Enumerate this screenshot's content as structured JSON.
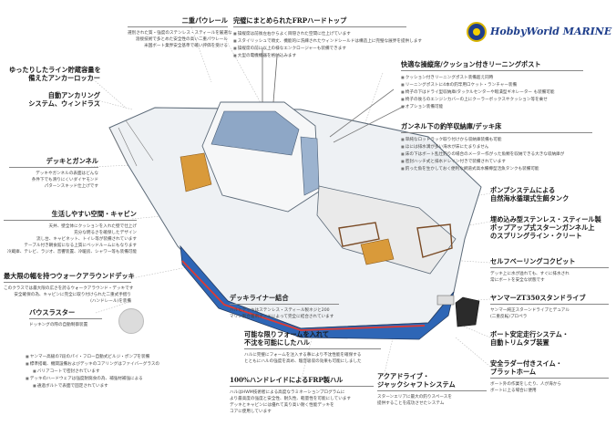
{
  "brand": {
    "name": "HobbyWorld MARINE"
  },
  "annotations": {
    "double_rail": {
      "title": "二重パウレール",
      "desc": [
        "選別された質・強度のステンレス・スティールを厳選な",
        "溶接技術で多とめた安全性の高い二重パウレール",
        "米国ボート業界安全基準で確い評価を受ける"
      ]
    },
    "hardtop": {
      "title": "完璧にまとめられたFRPハードトップ",
      "items": [
        "操縦席は前後左右からよく目隠された空間に仕上げています",
        "スタイリッシュで頑丈、機能的に洗練されたウィンドシールドは構造上に完璧な展界を提供します",
        "操縦席の前に以上の様なエンクロージャーも装備できます",
        "大型の電機機器を格納込みます"
      ]
    },
    "anchor_locker": {
      "title1": "ゆったりしたライン貯蔵容量を",
      "title2": "備えたアンカーロッカー"
    },
    "anchoring": {
      "title1": "自動アンカリング",
      "title2": "システム、ウィンドラス"
    },
    "fishing_rod": {
      "title": "快適な操縦席/クッション付きリーニングポスト",
      "items": [
        "クッション付きリーニングポスト装備超え同時 ",
        "リーニングポストに4本の釣竿用ロケット・ランチャー装備",
        "椅子の下はドライ型収納庫/タックルセンターや暇潰型ギネレーター も装備可能",
        "椅子の後ろのエンジンカバーの上にクーラーボックスやクッション等を乗せ",
        "オプション装備可能"
      ]
    },
    "deck_storage": {
      "title": "ガンネル下の釣竿収納庫/デッキ床",
      "items": [
        "単純なロッドラック取り付けから収納庫装備も可能",
        "ほには排水溝が多い海水が床にたまりません",
        "床の下はボート乱仕釣りの場合のメーター作がった魚類を収納できる大きな収納庫が",
        "密封ハッチ式と排水ドレイン付きで装備されています",
        "釣った魚を生かしておく便利な網道式高水備樽型活魚タンクも装備可能"
      ]
    },
    "deck_gunnel": {
      "title": "デッキとガンネル",
      "desc": [
        "デッキやガンネルの表面はどんな",
        "条件下でも滑りにくいダイヤモンド",
        "パターンスキッド仕上げです"
      ]
    },
    "pump": {
      "title1": "ポンプシステムによる",
      "title2": "自然海水循環式生餌タンク"
    },
    "cabin": {
      "title": "生活しやすい空間・キャビン",
      "desc": [
        "天井、壁全体にクッションを入れた壁で仕上げ",
        "充分な明るさを確保したデザイン",
        "流し台、キャビネット、トイレ等が装備されています",
        "テーブル付き朝食館になる上質にベッドルームにもなります",
        "冷蔵庫、テレビ、ラジオ、音響装置、冷暖房、シャワー等も装備可能"
      ]
    },
    "stainless_rail": {
      "title1": "埋め込み型ステンレス・スティール製",
      "title2": "ポップアップ式スターンガンネル上",
      "title3": "のスプリングライン・クリート"
    },
    "self_bailing": {
      "title": "セルフベーリングコクピット",
      "desc": [
        "デッキ上に水が溢れても、すぐに排水され",
        "常にボートを安全な状態です"
      ]
    },
    "walkaround": {
      "title": "最大限の幅を持つウォークアラウンドデッキ",
      "desc": [
        "このクラスでは最大限の広さを誇るウォークアラウンド・デッキです",
        "安全確保の為、キャビンに完全に取り付けられた二重式手摺り",
        "(ハンドレール)を装備"
      ]
    },
    "deck_liner": {
      "title": "デッキライナー結合",
      "desc": [
        "ハルとデッキはステンレス・スティール製ネジと200",
        "マリン製合着剤ボンドによって完全に結合されています"
      ]
    },
    "yanmar": {
      "title": "ヤンマーZT350スタンドライブ",
      "desc": [
        "ヤンマー純正スターンドライブとデュアル",
        "(二重反転)プロペラ"
      ]
    },
    "bow_thruster": {
      "title": "バウスラスター",
      "desc": [
        "ドッキングの際の自動制御装置"
      ]
    },
    "integral": {
      "title1": "可能な限りフォームを入れて",
      "title2": "不沈を可能にしたハル",
      "desc": [
        "ハルに完璧にフォームを注入する事により不沈性能を確保する",
        "とともにハルの強度を高め、騒音吸収の効果も可能にしました"
      ]
    },
    "auto_trim": {
      "title1": "ボート安定走行システム・",
      "title2": "自動トリムタブ装置"
    },
    "misc_left": {
      "items": [
        "ヤンマー高級の7段のパイ・フロー自動式ビルジ・ポンプを装備",
        "標準搭載、機関設備およびデッキのコアリングはファイバーグラスの",
        "バリアコートで密封されています",
        "デッキのハードウェアは強度耐腐食の為、補強材補強による",
        "通過ボルトで表面で固定されています"
      ]
    },
    "hull": {
      "title": "100%ハンドレイドによるFRP製ハル",
      "desc": [
        "ハルはHWM技術者による高度なラミネーションプログラムに",
        "より最高度の強度と安全性、耐久性、軽量性を可能にしています",
        "デッキとキャビンには優れて美り高い耐く性能デッキを",
        "コアに使用しています"
      ]
    },
    "drive": {
      "title1": "アクアドライブ・",
      "title2": "ジャックシャフトシステム",
      "desc": [
        "スターンエリアに最大の釣りスペースを",
        "提供することを成功させたシステム"
      ]
    },
    "swim": {
      "title1": "安全ラダー付きスイム・",
      "title2": "プラットホーム",
      "desc": [
        "ボート外の作業をしたり、人が海から",
        "ボートに上る場合に便用"
      ]
    }
  }
}
